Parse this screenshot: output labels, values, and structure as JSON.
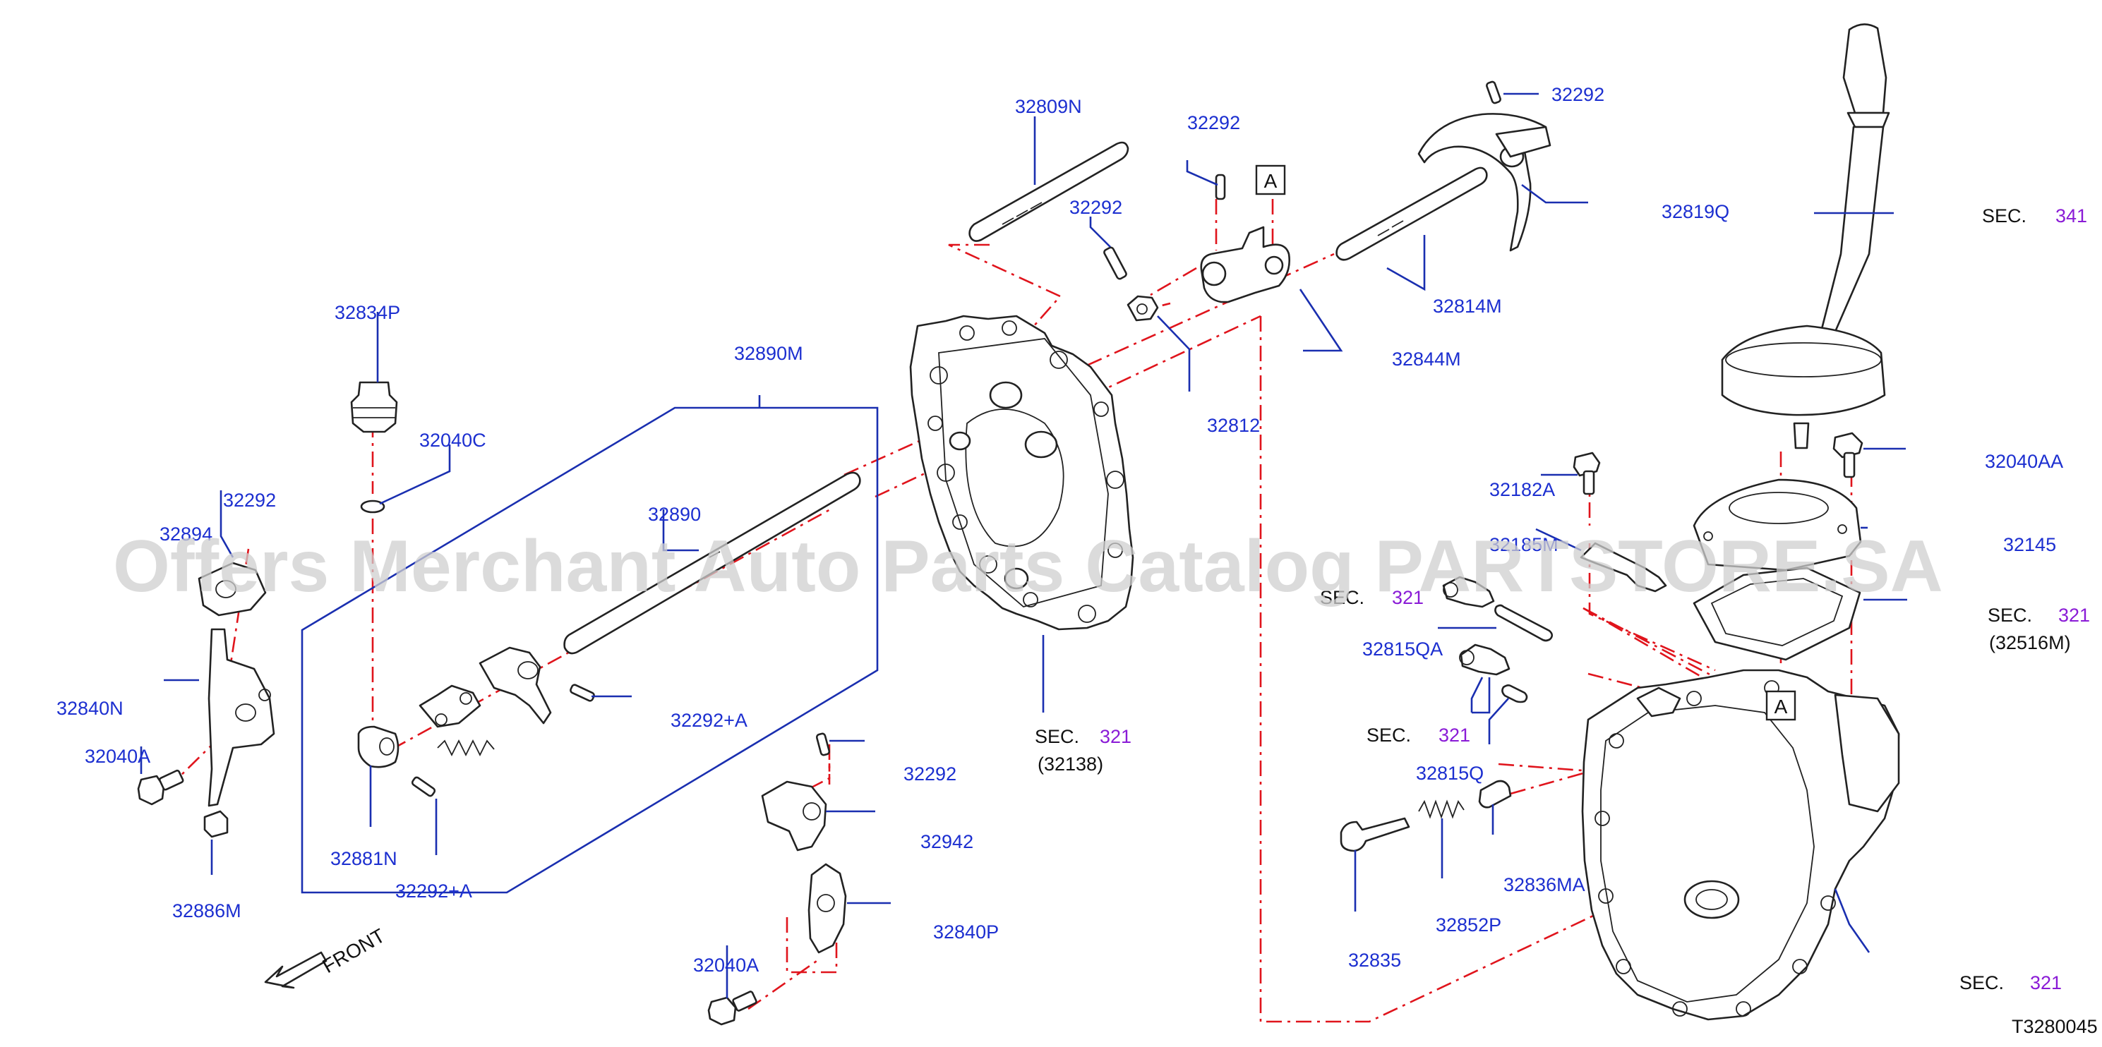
{
  "diagram": {
    "code": "T3280045",
    "watermark": "Offers Merchant Auto Parts Catalog PARTSTORE.SA",
    "front_label": "FRONT",
    "ref_marker": "A",
    "parts": [
      {
        "id": "p32809N",
        "label": "32809N"
      },
      {
        "id": "p32292_a",
        "label": "32292"
      },
      {
        "id": "p32292_b",
        "label": "32292"
      },
      {
        "id": "p32292_c",
        "label": "32292"
      },
      {
        "id": "p32292_d",
        "label": "32292"
      },
      {
        "id": "p32292_e",
        "label": "32292"
      },
      {
        "id": "p32819Q",
        "label": "32819Q"
      },
      {
        "id": "p32814M",
        "label": "32814M"
      },
      {
        "id": "p32844M",
        "label": "32844M"
      },
      {
        "id": "p32812",
        "label": "32812"
      },
      {
        "id": "p32834P",
        "label": "32834P"
      },
      {
        "id": "p32890M",
        "label": "32890M"
      },
      {
        "id": "p32040C",
        "label": "32040C"
      },
      {
        "id": "p32890",
        "label": "32890"
      },
      {
        "id": "p32894",
        "label": "32894"
      },
      {
        "id": "p32840N",
        "label": "32840N"
      },
      {
        "id": "p32040A_l",
        "label": "32040A"
      },
      {
        "id": "p32886M",
        "label": "32886M"
      },
      {
        "id": "p32881N",
        "label": "32881N"
      },
      {
        "id": "p32292A_a",
        "label": "32292+A"
      },
      {
        "id": "p32292A_b",
        "label": "32292+A"
      },
      {
        "id": "p32942",
        "label": "32942"
      },
      {
        "id": "p32840P",
        "label": "32840P"
      },
      {
        "id": "p32040A_b",
        "label": "32040A"
      },
      {
        "id": "p32182A",
        "label": "32182A"
      },
      {
        "id": "p32040AA",
        "label": "32040AA"
      },
      {
        "id": "p32185M",
        "label": "32185M"
      },
      {
        "id": "p32145",
        "label": "32145"
      },
      {
        "id": "p32815QA",
        "label": "32815QA"
      },
      {
        "id": "p32815Q",
        "label": "32815Q"
      },
      {
        "id": "p32835",
        "label": "32835"
      },
      {
        "id": "p32852P",
        "label": "32852P"
      },
      {
        "id": "p32836MA",
        "label": "32836MA"
      }
    ],
    "sections": [
      {
        "id": "s341",
        "prefix": "SEC.",
        "num": "341",
        "sub": ""
      },
      {
        "id": "s321_case",
        "prefix": "SEC.",
        "num": "321",
        "sub": "(32138)"
      },
      {
        "id": "s321_a",
        "prefix": "SEC.",
        "num": "321",
        "sub": ""
      },
      {
        "id": "s321_b",
        "prefix": "SEC.",
        "num": "321",
        "sub": ""
      },
      {
        "id": "s321_gasket",
        "prefix": "SEC.",
        "num": "321",
        "sub": "(32516M)"
      },
      {
        "id": "s321_trans",
        "prefix": "SEC.",
        "num": "321",
        "sub": ""
      }
    ]
  }
}
